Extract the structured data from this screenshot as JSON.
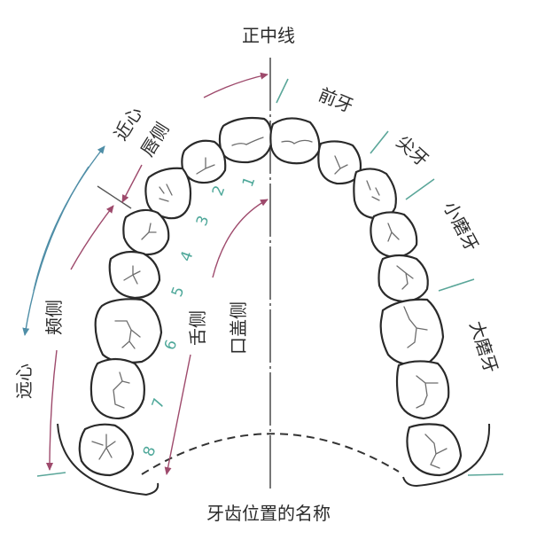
{
  "title": "正中线",
  "caption": "牙齿位置的名称",
  "labels": {
    "anterior_teeth": "前牙",
    "canine": "尖牙",
    "premolar": "小磨牙",
    "molar": "大磨牙",
    "mesial": "近心",
    "distal": "远心",
    "labial": "唇侧",
    "buccal": "颊侧",
    "lingual": "舌侧",
    "palatal": "口盖侧"
  },
  "tooth_numbers": [
    "1",
    "2",
    "3",
    "4",
    "5",
    "6",
    "7",
    "8"
  ],
  "colors": {
    "outline": "#2a2a2a",
    "teal": "#5aa699",
    "pink_arrow": "#9e4a6c",
    "blue_arrow": "#4f8ea7",
    "number": "#4fa89a"
  }
}
